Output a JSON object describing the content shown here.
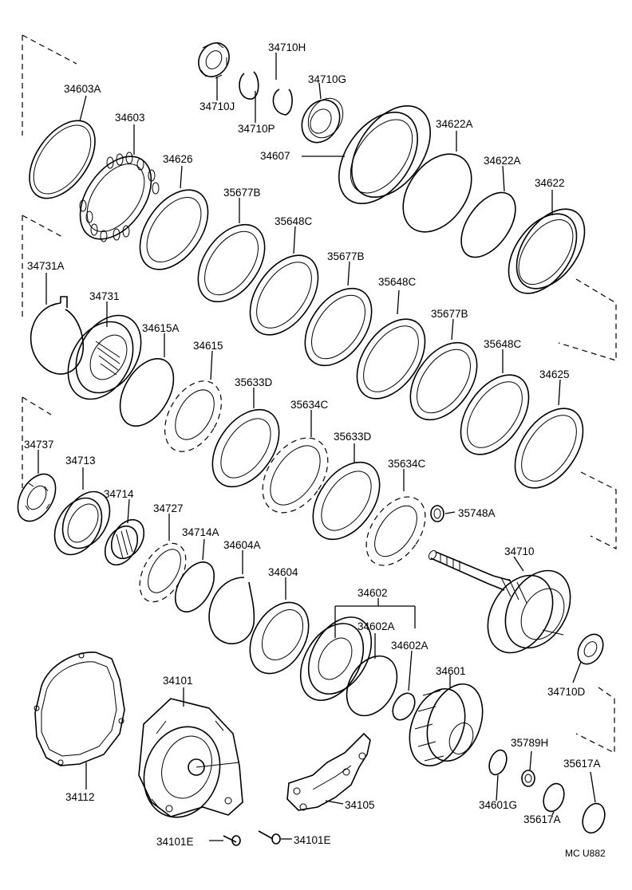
{
  "diagram": {
    "code": "MC U882",
    "labels": {
      "p34603A": "34603A",
      "p34603": "34603",
      "p34626": "34626",
      "p34710H": "34710H",
      "p34710G": "34710G",
      "p34710J": "34710J",
      "p34710P": "34710P",
      "p34607": "34607",
      "p34622A_1": "34622A",
      "p34622A_2": "34622A",
      "p34622": "34622",
      "p35677B_1": "35677B",
      "p35648C_1": "35648C",
      "p35677B_2": "35677B",
      "p35648C_2": "35648C",
      "p35677B_3": "35677B",
      "p35648C_3": "35648C",
      "p34731A": "34731A",
      "p34731": "34731",
      "p34615A": "34615A",
      "p34615": "34615",
      "p35633D_1": "35633D",
      "p35634C_1": "35634C",
      "p35633D_2": "35633D",
      "p35634C_2": "35634C",
      "p34625": "34625",
      "p34737": "34737",
      "p34713": "34713",
      "p34714": "34714",
      "p34727": "34727",
      "p34714A": "34714A",
      "p34604A": "34604A",
      "p34604": "34604",
      "p35748A": "35748A",
      "p34710": "34710",
      "p34602": "34602",
      "p34602A_1": "34602A",
      "p34602A_2": "34602A",
      "p34710D": "34710D",
      "p34601": "34601",
      "p34101": "34101",
      "p34112": "34112",
      "p34105": "34105",
      "p35789H": "35789H",
      "p35617A_1": "35617A",
      "p35617A_2": "35617A",
      "p34601G": "34601G",
      "p34101E_1": "34101E",
      "p34101E_2": "34101E"
    }
  }
}
